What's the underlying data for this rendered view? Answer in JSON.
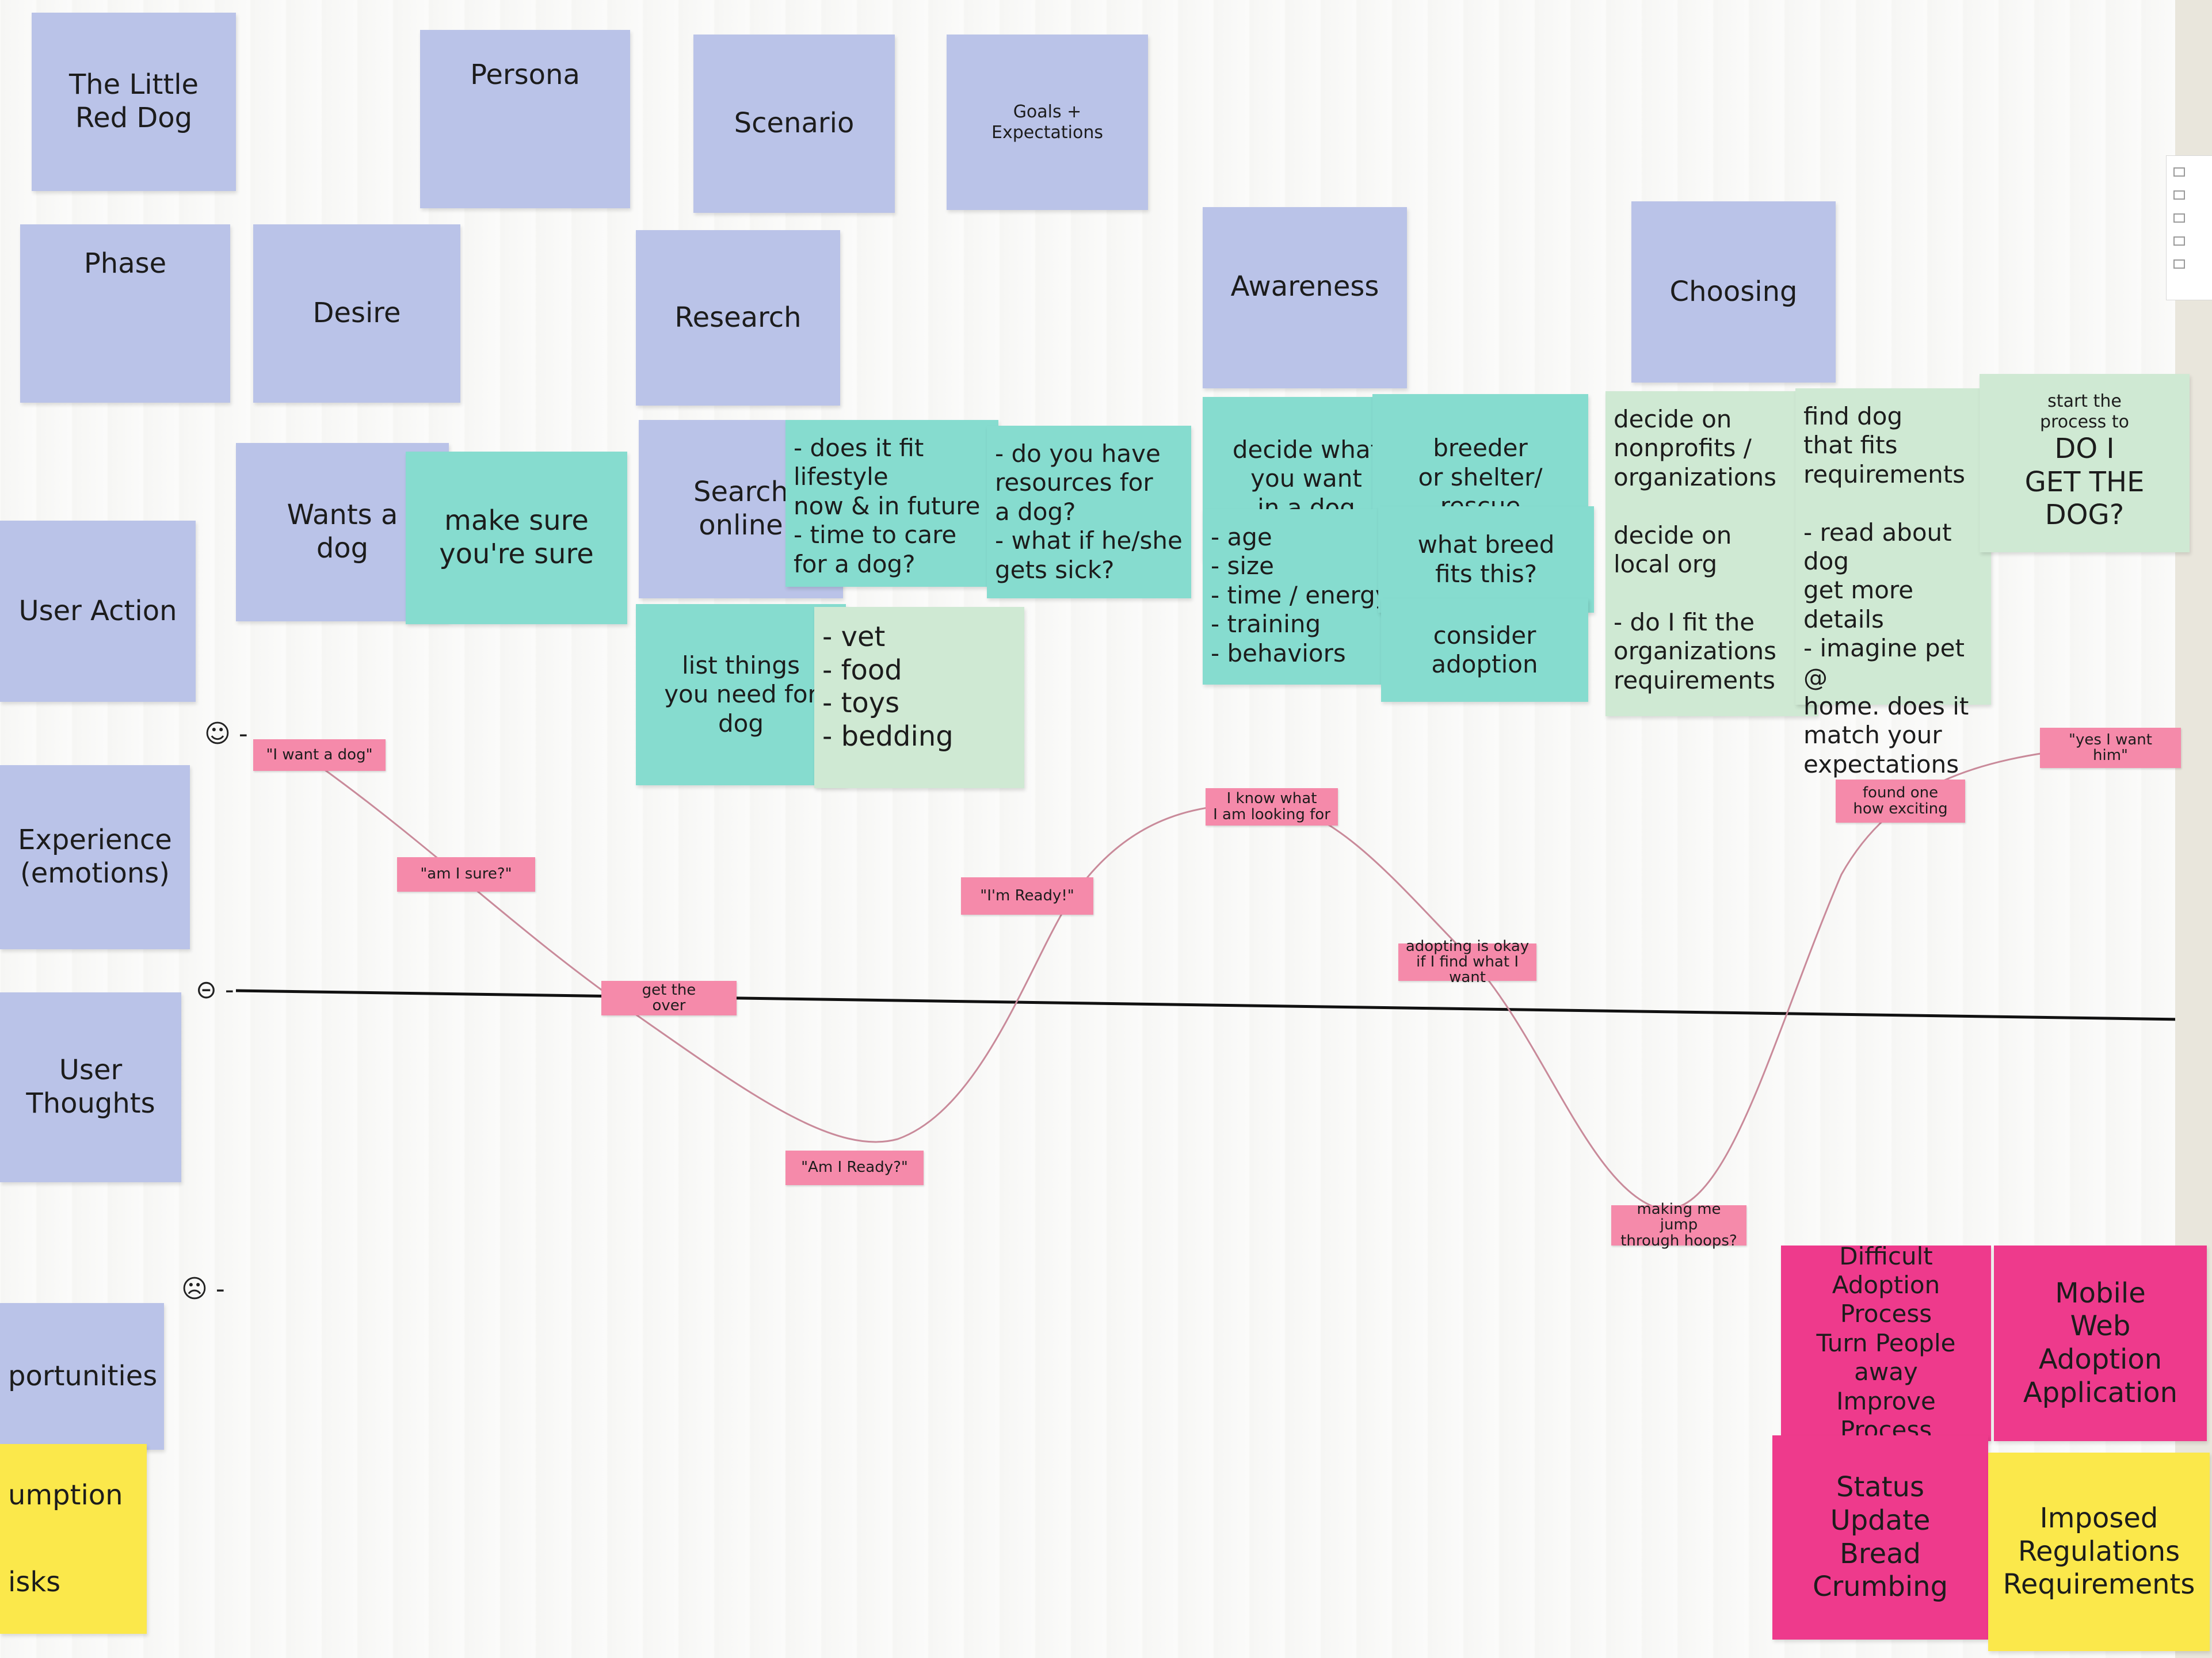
{
  "header": {
    "title": "The Little\nRed Dog",
    "persona": "Persona",
    "scenario": "Scenario",
    "goals": "Goals + Expectations"
  },
  "rows": {
    "phase": "Phase",
    "user_action": "User Action",
    "experience": "Experience\n(emotions)",
    "user_thoughts": "User Thoughts",
    "opportunities": "portunities",
    "assumption": "umption",
    "risks": "isks"
  },
  "phases": {
    "desire": "Desire",
    "research": "Research",
    "awareness": "Awareness",
    "choosing": "Choosing"
  },
  "actions": {
    "wants_dog": "Wants a\ndog",
    "make_sure": "make sure\nyou're sure",
    "search_online": "Search\nonline",
    "lifestyle": "- does it fit\nlifestyle\nnow & in future\n- time to care\nfor a dog?",
    "resources": "- do you have\nresources for\na dog?\n- what if he/she\ngets sick?",
    "list_things": "list things\nyou need for\ndog",
    "items": "- vet\n- food\n- toys\n- bedding",
    "decide_want": "decide what\nyou want\nin a dog",
    "breeder": "breeder\nor shelter/\nrescue",
    "attributes": "- age\n- size\n- time / energy\n- training\n- behaviors",
    "what_breed": "what breed\nfits this?",
    "consider_adoption": "consider\nadoption",
    "decide_nonprofits": "decide on\nnonprofits /\norganizations\n\ndecide on\nlocal org\n\n- do I fit the\norganizations\nrequirements",
    "find_dog": "find dog\nthat fits\nrequirements\n\n- read about dog\nget more details\n- imagine pet @\nhome. does it\nmatch your expectations",
    "start_process": "start the\nprocess to",
    "get_the_dog": "DO I\nGET THE\nDOG?"
  },
  "emotions": {
    "want_dog": "\"I want a dog\"",
    "am_i_sure": "\"am I sure?\"",
    "get_the": "get the\nover",
    "am_i_ready": "\"Am I Ready?\"",
    "im_ready": "\"I'm Ready!\"",
    "know_what": "I know what\nI am looking for",
    "adopting_okay": "adopting is okay\nif I find what I want",
    "making_jump": "making me jump\nthrough hoops?",
    "found_one": "found one\nhow exciting",
    "yes_want": "\"yes I want\nhim\""
  },
  "scale": {
    "happy": "☺ -",
    "neutral": "⊝ -",
    "sad": "☹ -"
  },
  "opportunities": {
    "difficult": "Difficult\nAdoption Process\nTurn People\naway\nImprove Process",
    "mobile": "Mobile\nWeb\nAdoption\nApplication",
    "status": "Status\nUpdate\nBread\nCrumbing",
    "imposed": "Imposed\nRegulations\nRequirements"
  },
  "colors": {
    "blue_note": "#bac3e8",
    "teal_note": "#86dccf",
    "mint_note": "#cfe9d3",
    "pink_note": "#f58aaa",
    "magenta_note": "#ee3a8c",
    "yellow_note": "#fbe84b"
  }
}
